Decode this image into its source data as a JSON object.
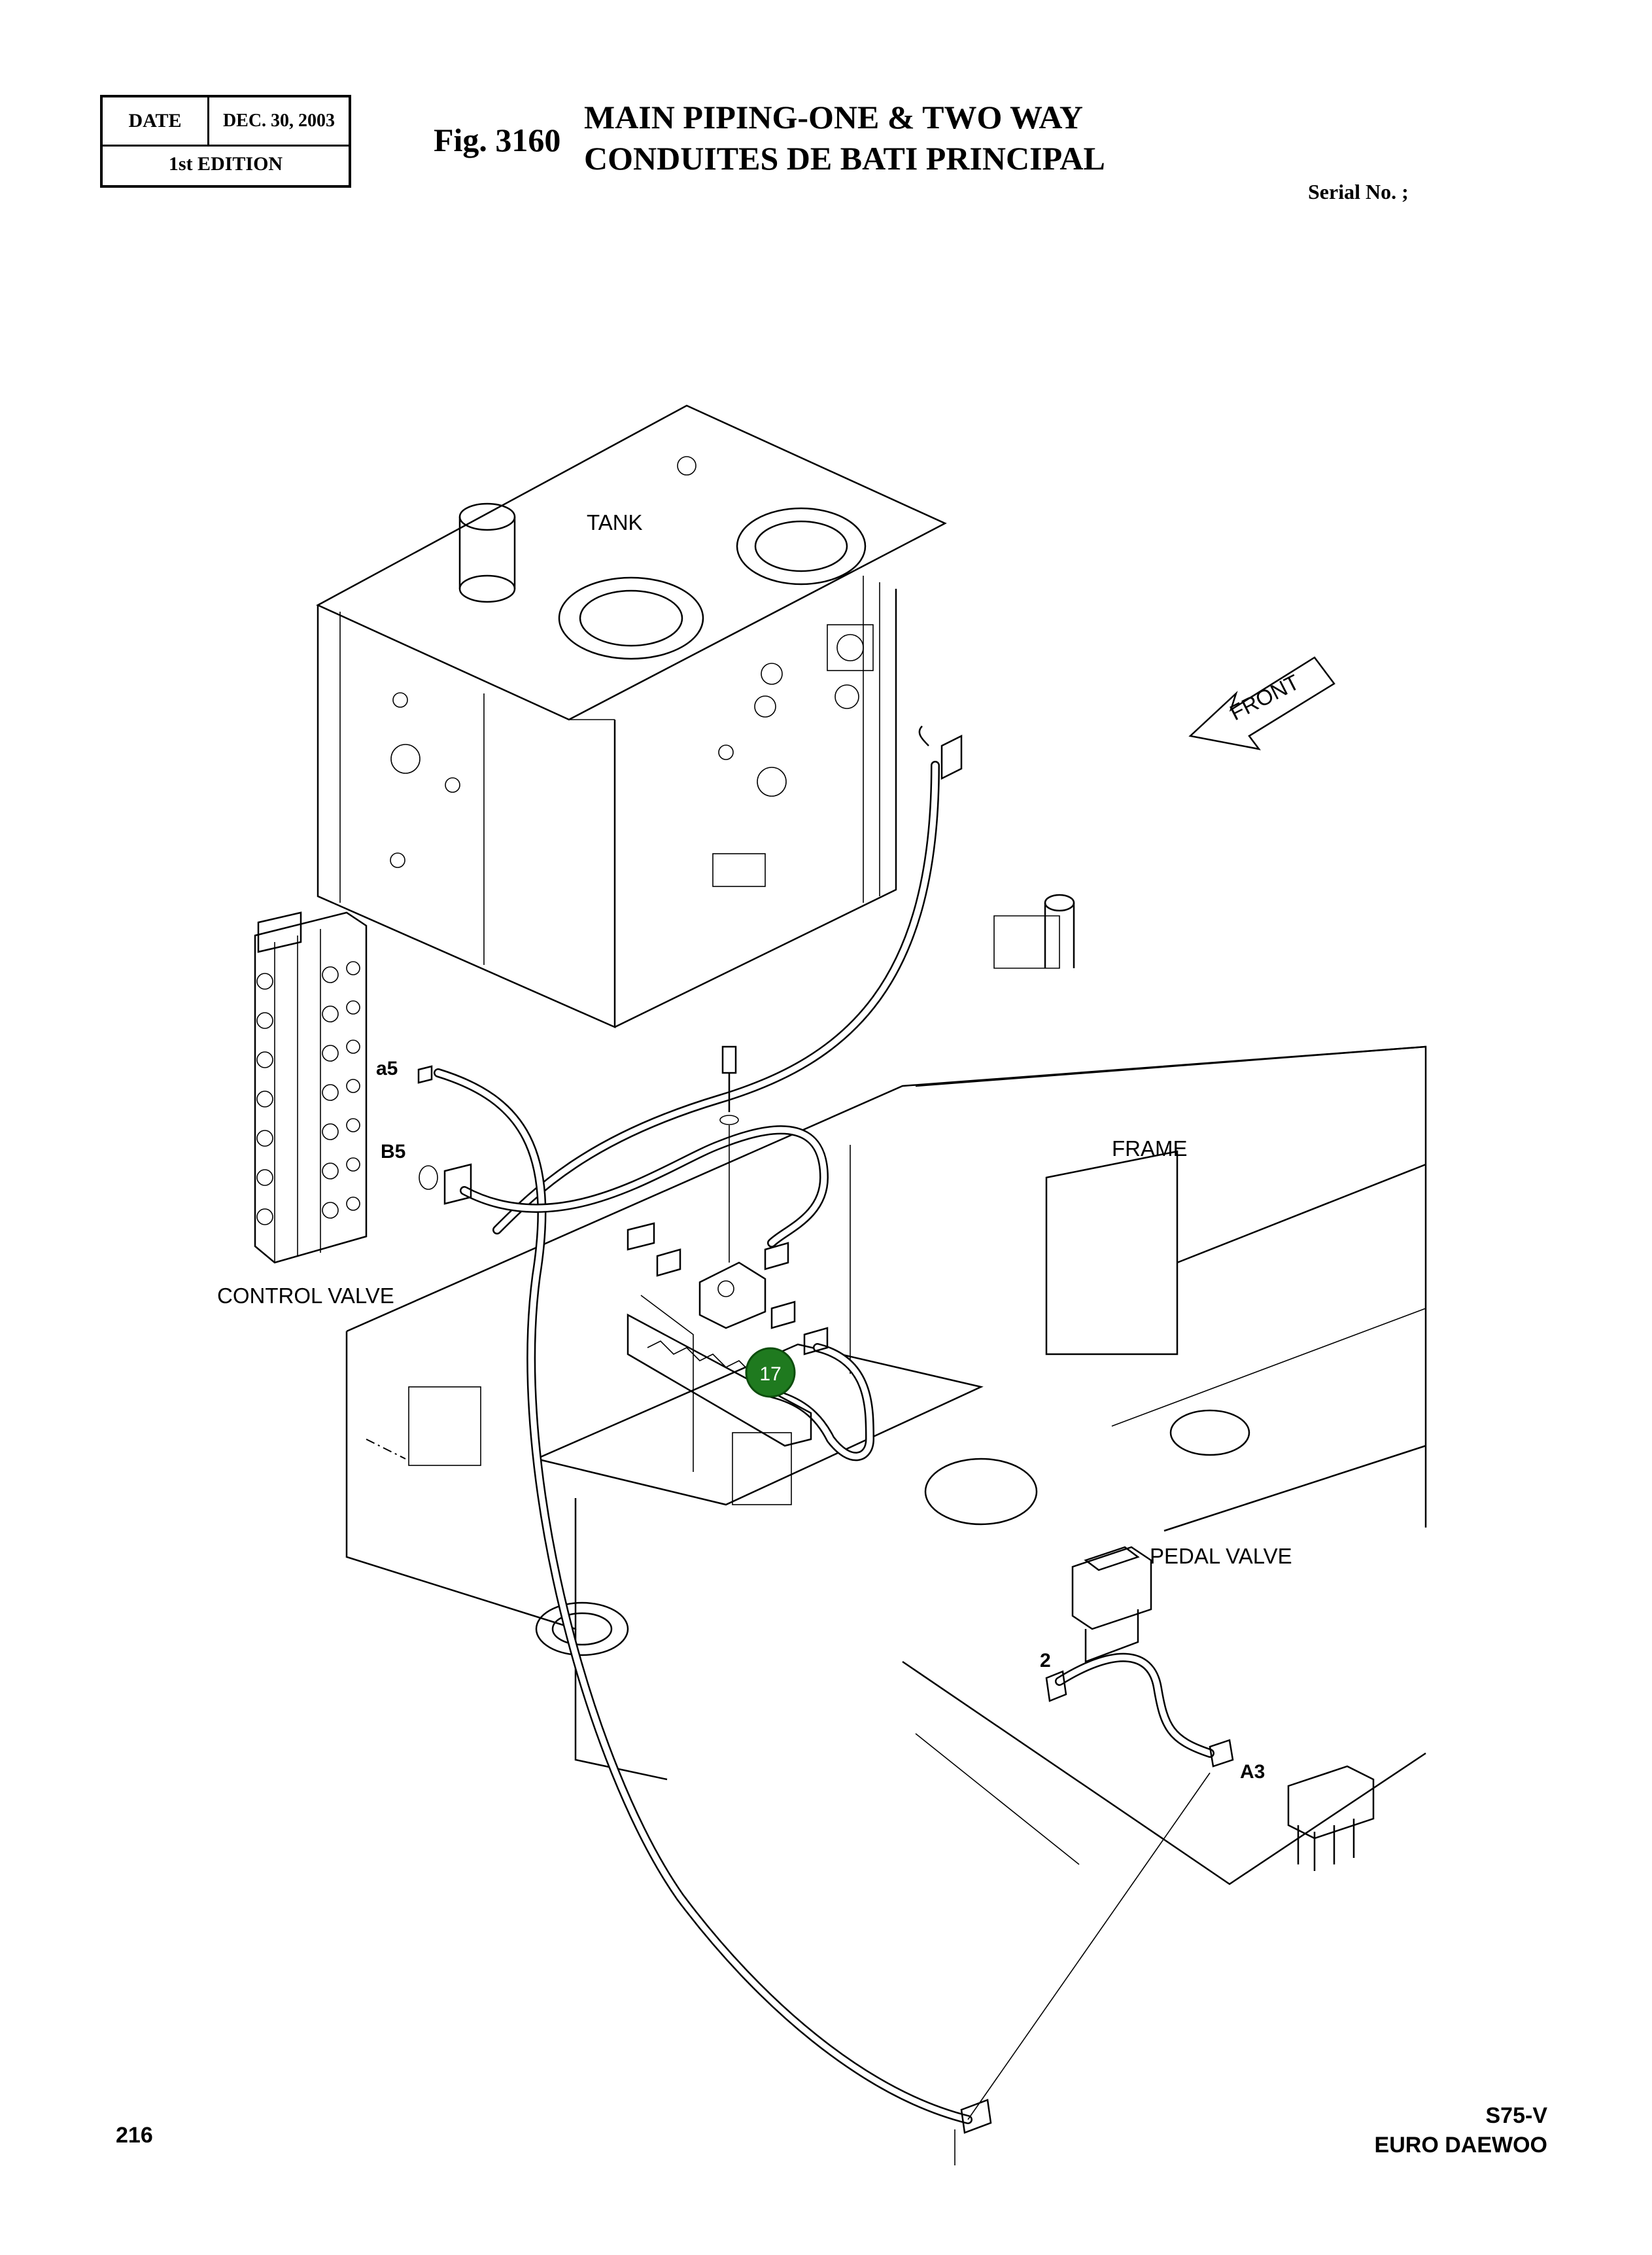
{
  "header": {
    "date_label": "DATE",
    "date_value": "DEC. 30, 2003",
    "edition": "1st EDITION",
    "fig_number": "Fig. 3160",
    "title_en": "MAIN PIPING-ONE & TWO WAY",
    "title_fr": "CONDUITES DE BATI PRINCIPAL",
    "serial": "Serial No. ;"
  },
  "labels": {
    "tank": "TANK",
    "front": "FRONT",
    "frame": "FRAME",
    "control_valve": "CONTROL VALVE",
    "pedal_valve": "PEDAL VALVE",
    "port_a5": "a5",
    "port_b5": "B5",
    "port_a3": "A3",
    "callout_2": "2",
    "callout_17": "17"
  },
  "colors": {
    "callout_fill": "#1f7a1f",
    "line": "#000000",
    "background": "#ffffff"
  },
  "footer": {
    "page_number": "216",
    "model": "S75-V",
    "brand": "EURO DAEWOO"
  }
}
